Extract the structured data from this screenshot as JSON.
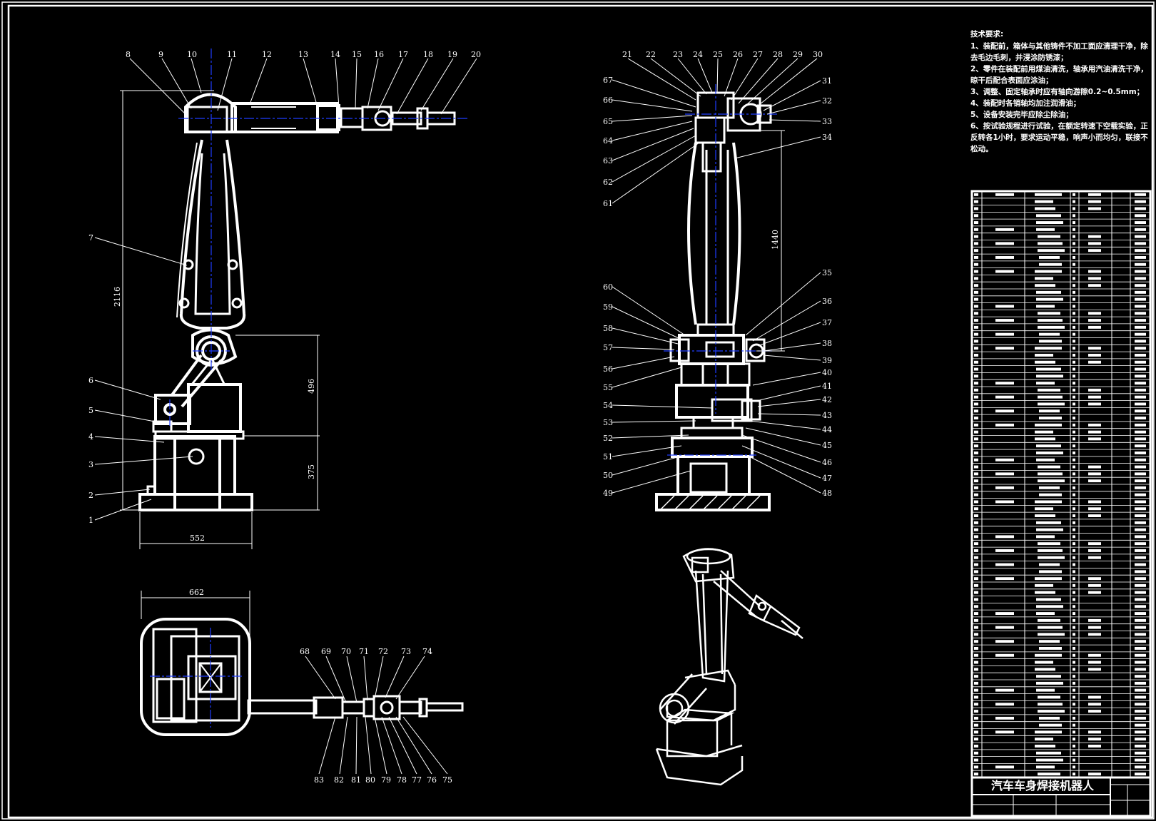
{
  "drawing_title": "汽车车身焊接机器人",
  "technical_requirements": {
    "heading": "技术要求:",
    "items": [
      "1、装配前，箱体与其他铸件不加工面应清理干净，除去毛边毛刺，并浸涂防锈漆；",
      "2、零件在装配前用煤油清洗，轴承用汽油清洗干净，晾干后配合表面应涂油；",
      "3、调整、固定轴承时应有轴向游隙0.2~0.5mm；",
      "4、装配时各销轴均加注润滑油；",
      "5、设备安装完毕应除尘除油；",
      "6、按试验规程进行试验，在额定转速下空载实验，正反转各1小时，要求运动平稳，响声小而均匀，联接不松动。"
    ]
  },
  "dimensions": {
    "total_height": "2116",
    "upper_height": "496",
    "base_height": "375",
    "base_width": "552",
    "top_width": "662",
    "arm_height": "1440"
  },
  "part_numbers": {
    "front_left": [
      "1",
      "2",
      "3",
      "4",
      "5",
      "6",
      "7"
    ],
    "front_top": [
      "8",
      "9",
      "10",
      "11",
      "12",
      "13",
      "14",
      "15",
      "16",
      "17",
      "18",
      "19",
      "20"
    ],
    "side_top": [
      "21",
      "22",
      "23",
      "24",
      "25",
      "26",
      "27",
      "28",
      "29",
      "30"
    ],
    "side_right": [
      "31",
      "32",
      "33",
      "34",
      "35",
      "36",
      "37",
      "38",
      "39",
      "40",
      "41",
      "42",
      "43",
      "44",
      "45",
      "46",
      "47",
      "48"
    ],
    "side_left": [
      "67",
      "66",
      "65",
      "64",
      "63",
      "62",
      "61",
      "60",
      "59",
      "58",
      "57",
      "56",
      "55",
      "54",
      "53",
      "52",
      "51",
      "50",
      "49"
    ],
    "plan_top": [
      "68",
      "69",
      "70",
      "71",
      "72",
      "73",
      "74"
    ],
    "plan_bottom": [
      "83",
      "82",
      "81",
      "80",
      "79",
      "78",
      "77",
      "76",
      "75"
    ]
  }
}
